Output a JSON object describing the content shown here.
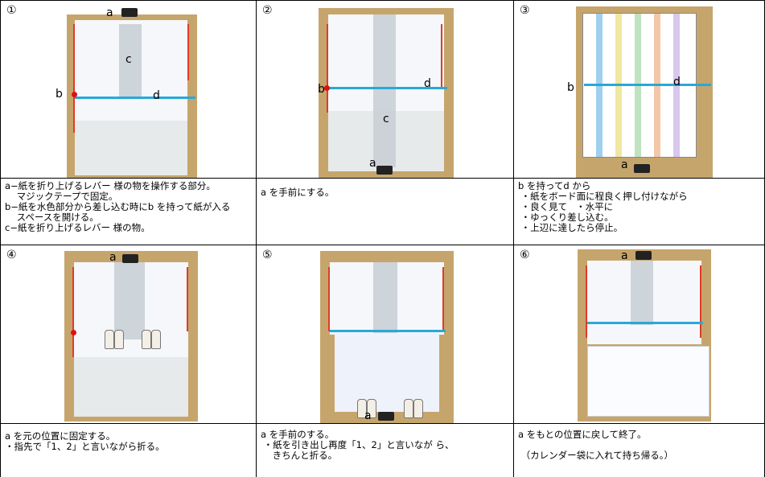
{
  "cells": [
    {
      "number": "①",
      "labels": {
        "a": "a",
        "b": "b",
        "c": "c",
        "d": "d"
      },
      "text": "a−紙を折り上げるレバー 様の物を操作する部分。\n    マジックテープで固定。\nb−紙を水色部分から差し込む時にb を持って紙が入る\n    スペースを開ける。\nc−紙を折り上げるレバー 様の物。"
    },
    {
      "number": "②",
      "labels": {
        "a": "a",
        "b": "b",
        "c": "c",
        "d": "d"
      },
      "text": "a を手前にする。"
    },
    {
      "number": "③",
      "labels": {
        "a": "a",
        "b": "b",
        "d": "d"
      },
      "text": "b を持ってd から\n ・紙をボード面に程良く押し付けながら\n ・良く見て   ・水平に\n ・ゆっくり差し込む。\n ・上辺に達したら停止。"
    },
    {
      "number": "④",
      "labels": {
        "a": "a"
      },
      "text": "a を元の位置に固定する。\n・指先で「1、2」と言いながら折る。"
    },
    {
      "number": "⑤",
      "labels": {
        "a": "a"
      },
      "text": "a を手前のする。\n ・紙を引き出し再度「1、2」と言いなが ら、\n    きちんと折る。"
    },
    {
      "number": "⑥",
      "labels": {
        "a": "a"
      },
      "text": "a をもとの位置に戻して終了。\n\n （カレンダー袋に入れて持ち帰る。）"
    }
  ],
  "colors": {
    "board": "#c6a56c",
    "accent_blue": "#29a8d8",
    "accent_red": "#e23a2a"
  }
}
